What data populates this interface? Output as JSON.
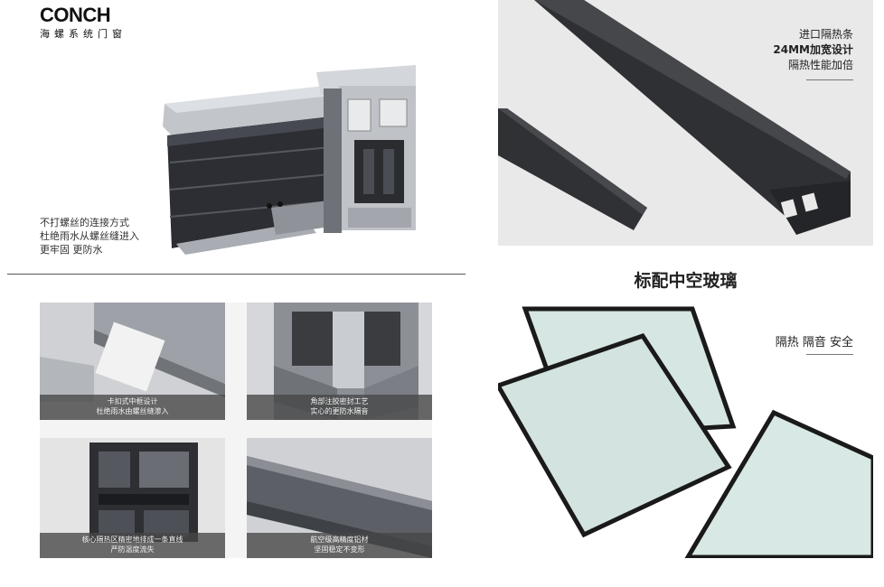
{
  "logo": {
    "word": "CONCH",
    "sub": "海螺系统门窗"
  },
  "profile": {
    "caption": [
      "不打螺丝的连接方式",
      "杜绝雨水从螺丝缝进入",
      "更牢固 更防水"
    ]
  },
  "strip": {
    "lines": [
      "进口隔热条",
      "24MM加宽设计",
      "隔热性能加倍"
    ]
  },
  "glass": {
    "heading": "标配中空玻璃",
    "features": "隔热 隔音 安全"
  },
  "grid": {
    "cells": [
      {
        "caption": [
          "卡扣式中框设计",
          "杜绝雨水由螺丝缝渗入"
        ]
      },
      {
        "caption": [
          "角部注胶密封工艺",
          "实心的更防水隔音"
        ]
      },
      {
        "caption": [
          "核心隔热区精密地排成一条直线",
          "严防温度流失"
        ]
      },
      {
        "caption": [
          "航空级高精度铝材",
          "坚固稳定不变形"
        ]
      }
    ]
  },
  "colors": {
    "profile_dark": "#2b2d31",
    "profile_silver": "#b9bcc1",
    "strip": "#2f3033",
    "glass": "#d6e6e2",
    "frame": "#1a1a1a"
  }
}
